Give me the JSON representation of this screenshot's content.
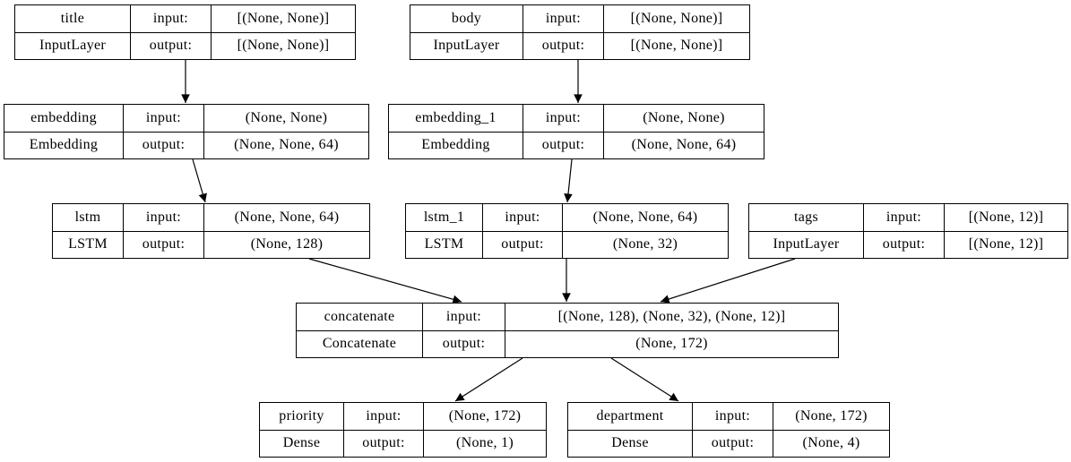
{
  "diagram": {
    "kind": "keras-model-plot",
    "colors": {
      "border": "#000000",
      "background": "#ffffff",
      "text": "#000000"
    }
  },
  "nodes": [
    {
      "id": "title",
      "name": "title",
      "type": "InputLayer",
      "input_label": "input:",
      "output_label": "output:",
      "input_shape": "[(None, None)]",
      "output_shape": "[(None, None)]"
    },
    {
      "id": "body",
      "name": "body",
      "type": "InputLayer",
      "input_label": "input:",
      "output_label": "output:",
      "input_shape": "[(None, None)]",
      "output_shape": "[(None, None)]"
    },
    {
      "id": "embedding",
      "name": "embedding",
      "type": "Embedding",
      "input_label": "input:",
      "output_label": "output:",
      "input_shape": "(None, None)",
      "output_shape": "(None, None, 64)"
    },
    {
      "id": "embedding_1",
      "name": "embedding_1",
      "type": "Embedding",
      "input_label": "input:",
      "output_label": "output:",
      "input_shape": "(None, None)",
      "output_shape": "(None, None, 64)"
    },
    {
      "id": "lstm",
      "name": "lstm",
      "type": "LSTM",
      "input_label": "input:",
      "output_label": "output:",
      "input_shape": "(None, None, 64)",
      "output_shape": "(None, 128)"
    },
    {
      "id": "lstm_1",
      "name": "lstm_1",
      "type": "LSTM",
      "input_label": "input:",
      "output_label": "output:",
      "input_shape": "(None, None, 64)",
      "output_shape": "(None, 32)"
    },
    {
      "id": "tags",
      "name": "tags",
      "type": "InputLayer",
      "input_label": "input:",
      "output_label": "output:",
      "input_shape": "[(None, 12)]",
      "output_shape": "[(None, 12)]"
    },
    {
      "id": "concatenate",
      "name": "concatenate",
      "type": "Concatenate",
      "input_label": "input:",
      "output_label": "output:",
      "input_shape": "[(None, 128), (None, 32), (None, 12)]",
      "output_shape": "(None, 172)"
    },
    {
      "id": "priority",
      "name": "priority",
      "type": "Dense",
      "input_label": "input:",
      "output_label": "output:",
      "input_shape": "(None, 172)",
      "output_shape": "(None, 1)"
    },
    {
      "id": "department",
      "name": "department",
      "type": "Dense",
      "input_label": "input:",
      "output_label": "output:",
      "input_shape": "(None, 172)",
      "output_shape": "(None, 4)"
    }
  ],
  "edges": [
    {
      "from": "title",
      "to": "embedding"
    },
    {
      "from": "body",
      "to": "embedding_1"
    },
    {
      "from": "embedding",
      "to": "lstm"
    },
    {
      "from": "embedding_1",
      "to": "lstm_1"
    },
    {
      "from": "lstm",
      "to": "concatenate"
    },
    {
      "from": "lstm_1",
      "to": "concatenate"
    },
    {
      "from": "tags",
      "to": "concatenate"
    },
    {
      "from": "concatenate",
      "to": "priority"
    },
    {
      "from": "concatenate",
      "to": "department"
    }
  ]
}
